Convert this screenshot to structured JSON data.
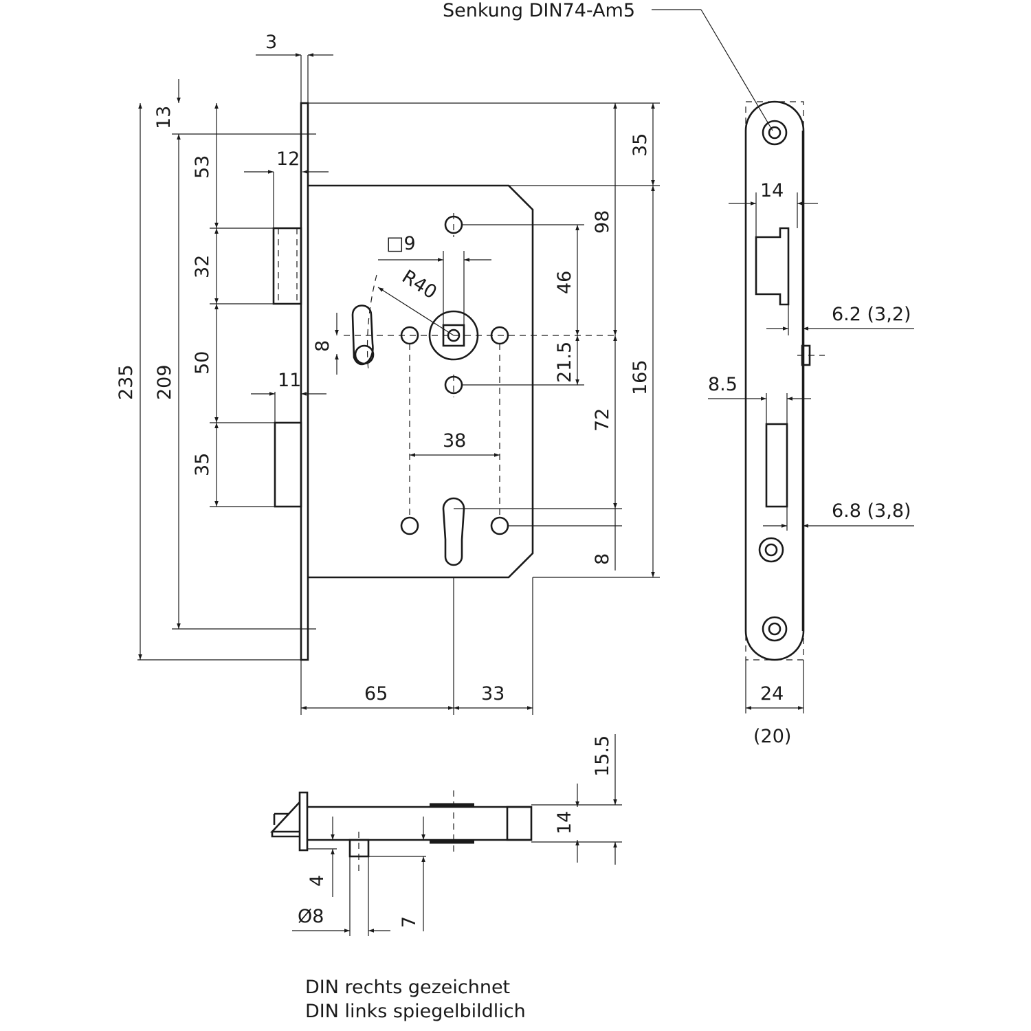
{
  "drawing": {
    "callout": "Senkung DIN74-Am5",
    "front_view": {
      "horizontal_dims": {
        "faceplate_thickness": "3",
        "latch_projection": "12",
        "bolt_projection": "11",
        "backset": "65",
        "rear": "33",
        "follower_square": "□9",
        "hole_spacing": "38",
        "radius": "R40"
      },
      "vertical_dims": {
        "top_offset": "13",
        "to_latch": "53",
        "latch_height": "32",
        "latch_to_bolt": "50",
        "bolt_height": "35",
        "overall": "235",
        "fixing_centres": "209",
        "top_to_case": "35",
        "to_follower": "98",
        "hole_upper": "46",
        "hole_lower": "21.5",
        "follower_to_cylinder": "72",
        "case_height": "165",
        "cylinder_hole": "8",
        "slot_width": "8"
      }
    },
    "side_view": {
      "top_width": "14",
      "latch_offset": "6.2 (3,2)",
      "bolt_width": "8.5",
      "bolt_offset": "6.8 (3,8)",
      "faceplate_width": "24",
      "faceplate_width_alt": "(20)"
    },
    "bottom_view": {
      "depth_overall": "15.5",
      "case_depth": "14",
      "pin_offset": "4",
      "pin_diameter": "Ø8",
      "pin_length": "7"
    },
    "notes": [
      "DIN rechts gezeichnet",
      "DIN links spiegelbildlich"
    ]
  }
}
